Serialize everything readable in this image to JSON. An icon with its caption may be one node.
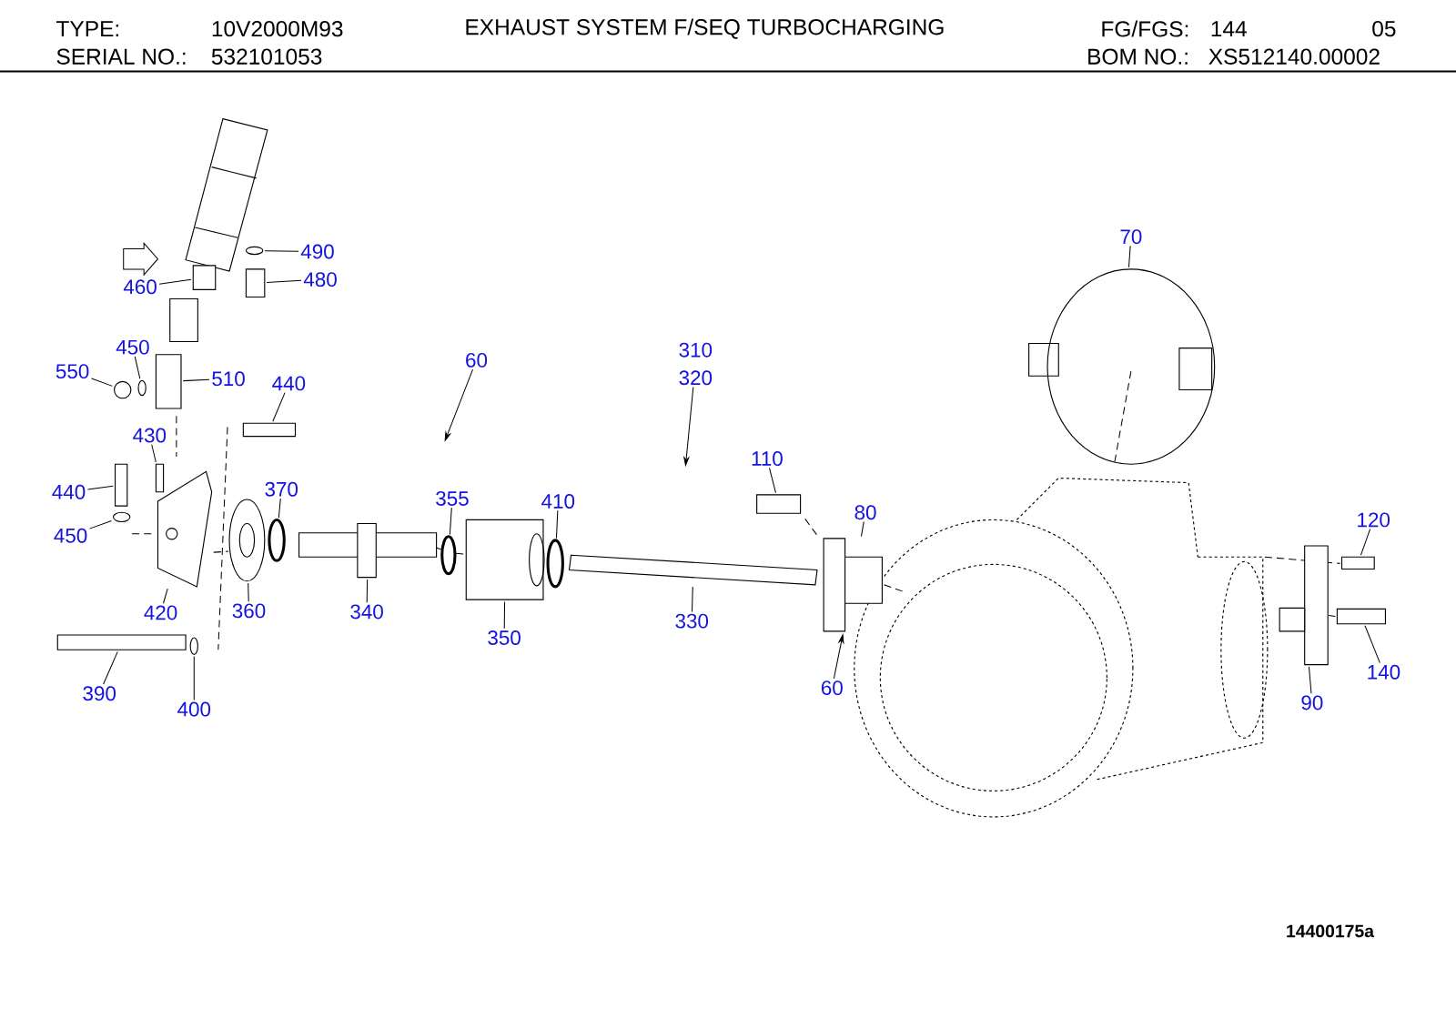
{
  "diagram": {
    "title": "EXHAUST SYSTEM F/SEQ TURBOCHARGING",
    "nodes": [
      {
        "text": [
          "490"
        ]
      },
      {
        "text": [
          "480"
        ]
      },
      {
        "text": [
          "460"
        ]
      },
      {
        "text": [
          "450"
        ]
      },
      {
        "text": [
          "550"
        ]
      },
      {
        "text": [
          "510"
        ]
      },
      {
        "text": [
          "440"
        ]
      },
      {
        "text": [
          "60"
        ]
      },
      {
        "text": [
          "310",
          "320"
        ]
      },
      {
        "text": [
          "70"
        ]
      },
      {
        "text": [
          "430"
        ]
      },
      {
        "text": [
          "440"
        ]
      },
      {
        "text": [
          "450"
        ]
      },
      {
        "text": [
          "370"
        ]
      },
      {
        "text": [
          "355"
        ]
      },
      {
        "text": [
          "410"
        ]
      },
      {
        "text": [
          "110"
        ]
      },
      {
        "text": [
          "80"
        ]
      },
      {
        "text": [
          "120"
        ]
      },
      {
        "text": [
          "420"
        ]
      },
      {
        "text": [
          "360"
        ]
      },
      {
        "text": [
          "340"
        ]
      },
      {
        "text": [
          "350"
        ]
      },
      {
        "text": [
          "330"
        ]
      },
      {
        "text": [
          "60"
        ]
      },
      {
        "text": [
          "140"
        ]
      },
      {
        "text": [
          "90"
        ]
      },
      {
        "text": [
          "390"
        ]
      },
      {
        "text": [
          "400"
        ]
      },
      {
        "text": [],
        "shape": "box"
      },
      {
        "text": [],
        "shape": "circle"
      },
      {
        "text": [],
        "shape": "circle"
      },
      {
        "text": [],
        "shape": "box"
      },
      {
        "text": [],
        "shape": "circle"
      },
      {
        "text": [],
        "shape": "box"
      },
      {
        "text": [],
        "shape": "box"
      },
      {
        "text": [],
        "shape": "picture"
      },
      {
        "text": [],
        "shape": "circle"
      },
      {
        "text": [],
        "shape": "box"
      },
      {
        "text": [],
        "shape": "picture"
      },
      {
        "text": [],
        "shape": "box"
      },
      {
        "text": [],
        "shape": "circle"
      },
      {
        "text": [],
        "shape": "box"
      },
      {
        "text": [],
        "shape": "circle"
      },
      {
        "text": [],
        "shape": "picture"
      },
      {
        "text": [],
        "shape": "circle"
      },
      {
        "text": [],
        "shape": "picture"
      },
      {
        "text": [],
        "shape": "circle"
      },
      {
        "text": [],
        "shape": "bar"
      },
      {
        "text": [],
        "shape": "box"
      },
      {
        "text": [],
        "shape": "picture"
      },
      {
        "text": [],
        "shape": "picture"
      },
      {
        "text": [],
        "shape": "picture"
      },
      {
        "text": [],
        "shape": "box"
      },
      {
        "text": [],
        "shape": "box"
      }
    ],
    "edges": [
      {
        "from": 0,
        "to": 41,
        "arrow": "none"
      },
      {
        "from": 1,
        "to": 42,
        "arrow": "none"
      },
      {
        "from": 2,
        "to": 38,
        "arrow": "none"
      },
      {
        "from": 3,
        "to": 33,
        "arrow": "none"
      },
      {
        "from": 4,
        "to": 31,
        "arrow": "none"
      },
      {
        "from": 5,
        "to": 35,
        "arrow": "none"
      },
      {
        "from": 6,
        "to": 40,
        "arrow": "none"
      },
      {
        "from": 7,
        "to": null,
        "arrow": "to"
      },
      {
        "from": 8,
        "to": null,
        "arrow": "to"
      },
      {
        "from": 9,
        "to": 51,
        "arrow": "none"
      },
      {
        "from": 10,
        "to": 34,
        "arrow": "none"
      },
      {
        "from": 11,
        "to": 32,
        "arrow": "none"
      },
      {
        "from": 12,
        "to": 30,
        "arrow": "none"
      },
      {
        "from": 13,
        "to": 43,
        "arrow": "none"
      },
      {
        "from": 14,
        "to": 45,
        "arrow": "none"
      },
      {
        "from": 15,
        "to": 47,
        "arrow": "none"
      },
      {
        "from": 16,
        "to": 49,
        "arrow": "none"
      },
      {
        "from": 17,
        "to": 50,
        "arrow": "none"
      },
      {
        "from": 18,
        "to": 54,
        "arrow": "none"
      },
      {
        "from": 19,
        "to": 36,
        "arrow": "none"
      },
      {
        "from": 20,
        "to": 39,
        "arrow": "none"
      },
      {
        "from": 21,
        "to": 44,
        "arrow": "none"
      },
      {
        "from": 22,
        "to": 46,
        "arrow": "none"
      },
      {
        "from": 23,
        "to": 48,
        "arrow": "none"
      },
      {
        "from": 24,
        "to": 50,
        "arrow": "to"
      },
      {
        "from": 25,
        "to": 53,
        "arrow": "none"
      },
      {
        "from": 26,
        "to": 52,
        "arrow": "none"
      },
      {
        "from": 27,
        "to": 29,
        "arrow": "none"
      },
      {
        "from": 28,
        "to": 37,
        "arrow": "none"
      }
    ],
    "labels": [
      "TYPE:",
      "10V2000M93",
      "FG/FGS:",
      "144",
      "05",
      "SERIAL NO.:",
      "532101053",
      "BOM NO.:",
      "XS512140.00002",
      "14400175a"
    ]
  }
}
